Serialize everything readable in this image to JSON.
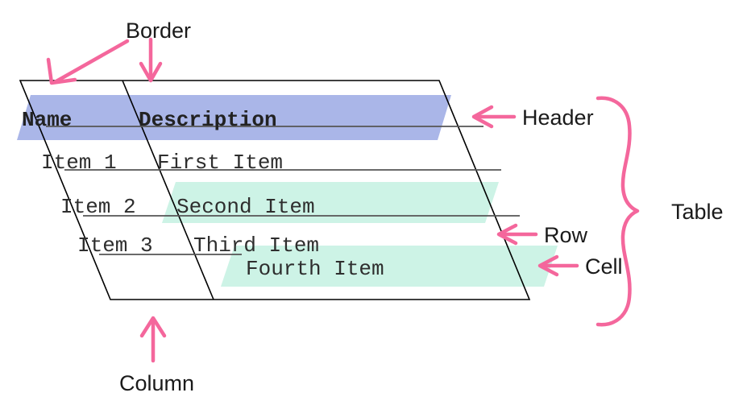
{
  "diagram": {
    "title": "HTML table anatomy diagram",
    "background_color": "#ffffff",
    "annotation_color": "#f4679c",
    "border_color": "#000000",
    "row_separator_color": "#555555",
    "header_highlight_color": "#aab6e8",
    "row_highlight_color": "#cdf3e6",
    "text_color": "#2e2e2e"
  },
  "table": {
    "columns": [
      {
        "key": "name",
        "header": "Name"
      },
      {
        "key": "description",
        "header": "Description"
      }
    ],
    "header": {
      "name": "Name",
      "description": "Description"
    },
    "rows": [
      {
        "name": "Item 1",
        "description": "First Item"
      },
      {
        "name": "Item 2",
        "description": "Second Item"
      },
      {
        "name": "Item 3",
        "description": "Third Item"
      },
      {
        "name": "",
        "description": "Fourth Item"
      }
    ]
  },
  "annotations": [
    {
      "id": "border",
      "label": "Border",
      "arrows": 2,
      "direction": "down-left-and-down"
    },
    {
      "id": "header",
      "label": "Header",
      "arrows": 1,
      "direction": "left"
    },
    {
      "id": "row",
      "label": "Row",
      "arrows": 1,
      "direction": "left"
    },
    {
      "id": "cell",
      "label": "Cell",
      "arrows": 1,
      "direction": "left"
    },
    {
      "id": "table",
      "label": "Table",
      "arrows": 0,
      "direction": "brace-left"
    },
    {
      "id": "column",
      "label": "Column",
      "arrows": 1,
      "direction": "up"
    }
  ],
  "labels": {
    "border": "Border",
    "header": "Header",
    "row": "Row",
    "cell": "Cell",
    "table": "Table",
    "column": "Column"
  }
}
